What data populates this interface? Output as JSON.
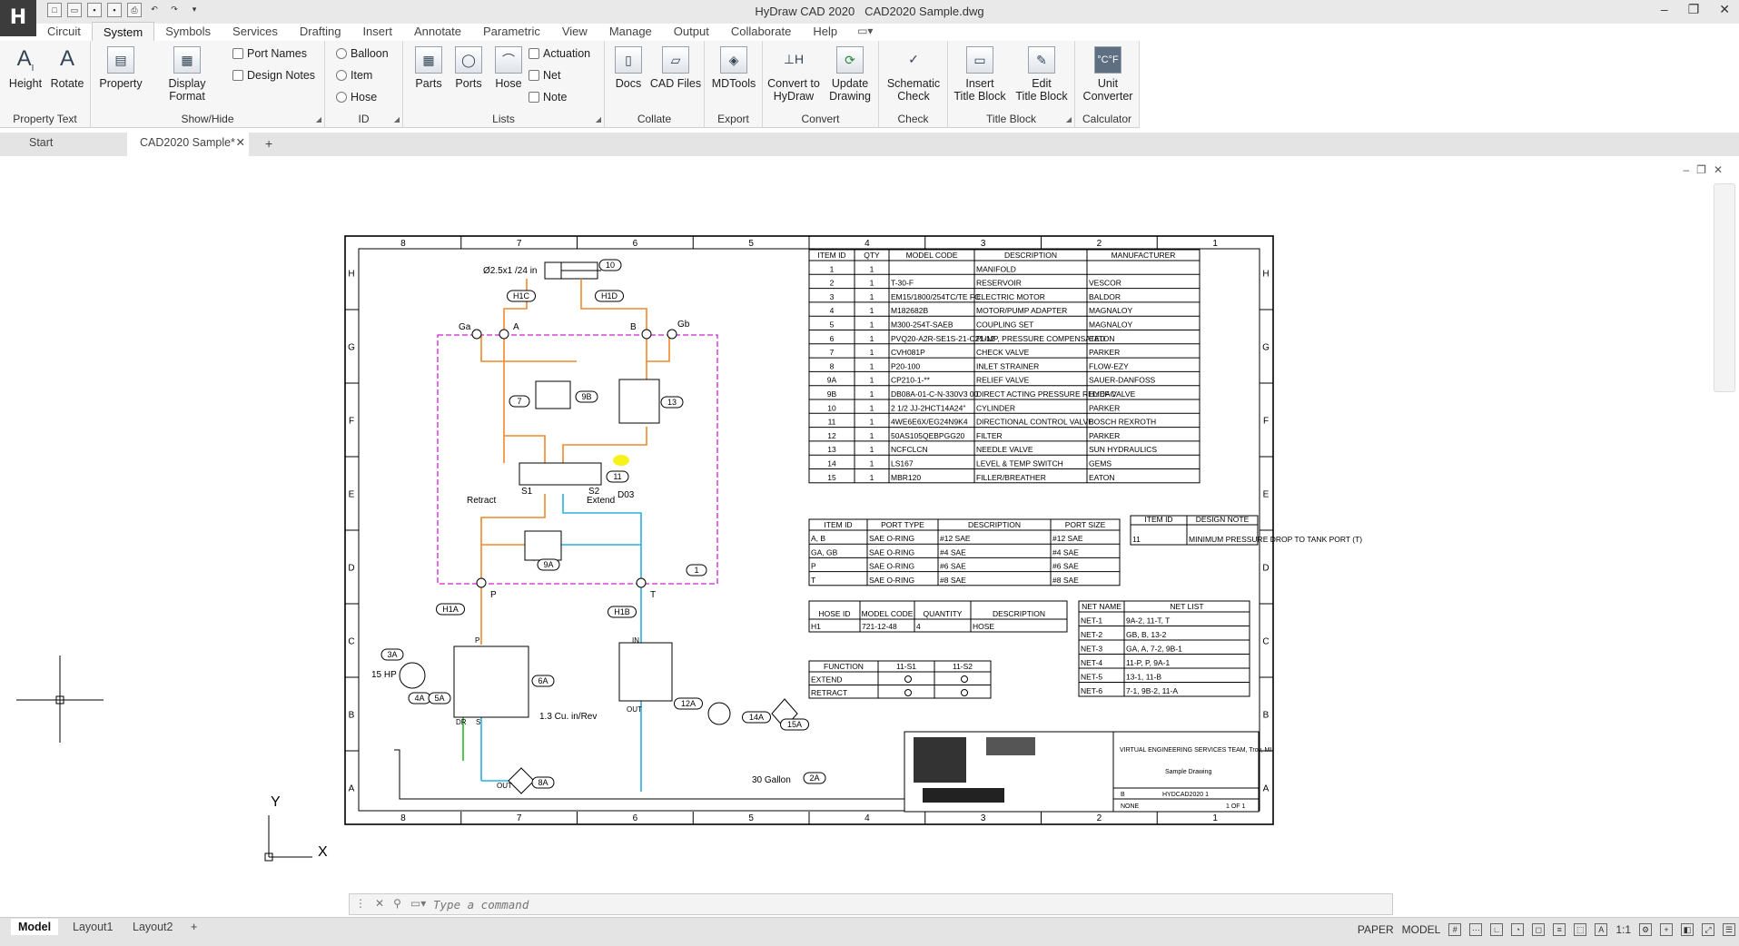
{
  "app": {
    "title": "HyDraw CAD 2020",
    "file": "CAD2020 Sample.dwg",
    "logo": "H"
  },
  "menu": [
    "Circuit",
    "System",
    "Symbols",
    "Services",
    "Drafting",
    "Insert",
    "Annotate",
    "Parametric",
    "View",
    "Manage",
    "Output",
    "Collaborate",
    "Help"
  ],
  "ribbon": {
    "property_text": {
      "label": "Property Text",
      "height": "Height",
      "rotate": "Rotate"
    },
    "show_hide": {
      "label": "Show/Hide",
      "property": "Property",
      "display_format": "Display Format",
      "port_names": "Port Names",
      "design_notes": "Design Notes"
    },
    "id": {
      "label": "ID",
      "balloon": "Balloon",
      "item": "Item",
      "hose": "Hose"
    },
    "lists": {
      "label": "Lists",
      "parts": "Parts",
      "ports": "Ports",
      "hose": "Hose",
      "actuation": "Actuation",
      "net": "Net",
      "note": "Note"
    },
    "collate": {
      "label": "Collate",
      "docs": "Docs",
      "cad_files": "CAD Files"
    },
    "export": {
      "label": "Export",
      "mdtools": "MDTools"
    },
    "convert": {
      "label": "Convert",
      "convert_to": "Convert to",
      "hydraw": "HyDraw",
      "update": "Update",
      "drawing": "Drawing"
    },
    "check": {
      "label": "Check",
      "schematic": "Schematic",
      "check": "Check"
    },
    "title_block": {
      "label": "Title Block",
      "insert": "Insert",
      "insert2": "Title Block",
      "edit": "Edit",
      "edit2": "Title Block"
    },
    "calculator": {
      "label": "Calculator",
      "unit": "Unit",
      "converter": "Converter"
    }
  },
  "doc_tabs": {
    "start": "Start",
    "active": "CAD2020 Sample*"
  },
  "command": {
    "placeholder": "Type a command"
  },
  "layouts": [
    "Model",
    "Layout1",
    "Layout2"
  ],
  "status": {
    "paper": "PAPER",
    "model": "MODEL",
    "scale": "1:1"
  },
  "ucs": {
    "x": "X",
    "y": "Y"
  },
  "drawing": {
    "cols": [
      "8",
      "7",
      "6",
      "5",
      "4",
      "3",
      "2",
      "1"
    ],
    "rows": [
      "H",
      "G",
      "F",
      "E",
      "D",
      "C",
      "B",
      "A"
    ],
    "cyl_label": "Ø2.5x1 /24 in",
    "labels": {
      "ga": "Ga",
      "gb": "Gb",
      "a": "A",
      "b": "B",
      "p": "P",
      "t": "T",
      "retract": "Retract",
      "extend": "Extend",
      "d03": "D03",
      "s1": "S1",
      "s2": "S2",
      "hp": "15 HP",
      "disp": "1.3 Cu. in/Rev",
      "gallon": "30 Gallon",
      "in": "IN",
      "out": "OUT",
      "dr": "DR",
      "s": "S",
      "pp": "P"
    },
    "balloons": [
      "10",
      "H1C",
      "H1D",
      "7",
      "9B",
      "13",
      "11",
      "9A",
      "1",
      "H1A",
      "H1B",
      "3A",
      "4A",
      "5A",
      "6A",
      "12A",
      "14A",
      "15A",
      "8A",
      "2A"
    ],
    "parts_header": [
      "ITEM ID",
      "QTY",
      "MODEL CODE",
      "DESCRIPTION",
      "MANUFACTURER"
    ],
    "parts_rows": [
      [
        "1",
        "1",
        "",
        "MANIFOLD",
        ""
      ],
      [
        "2",
        "1",
        "T-30-F",
        "RESERVOIR",
        "VESCOR"
      ],
      [
        "3",
        "1",
        "EM15/1800/254TC/TE FC",
        "ELECTRIC MOTOR",
        "BALDOR"
      ],
      [
        "4",
        "1",
        "M182682B",
        "MOTOR/PUMP ADAPTER",
        "MAGNALOY"
      ],
      [
        "5",
        "1",
        "M300-254T-SAEB",
        "COUPLING SET",
        "MAGNALOY"
      ],
      [
        "6",
        "1",
        "PVQ20-A2R-SE1S-21-C21-12",
        "PUMP, PRESSURE COMPENSATED",
        "EATON"
      ],
      [
        "7",
        "1",
        "CVH081P",
        "CHECK VALVE",
        "PARKER"
      ],
      [
        "8",
        "1",
        "P20-100",
        "INLET STRAINER",
        "FLOW-EZY"
      ],
      [
        "9A",
        "1",
        "CP210-1-**",
        "RELIEF VALVE",
        "SAUER-DANFOSS"
      ],
      [
        "9B",
        "1",
        "DB08A-01-C-N-330V3 00",
        "DIRECT ACTING PRESSURE RELIEF VALVE",
        "HYDAC"
      ],
      [
        "10",
        "1",
        "2 1/2 JJ-2HCT14A24\"",
        "CYLINDER",
        "PARKER"
      ],
      [
        "11",
        "1",
        "4WE6E6X/EG24N9K4",
        "DIRECTIONAL CONTROL VALVE",
        "BOSCH REXROTH"
      ],
      [
        "12",
        "1",
        "50AS105QEBPGG20",
        "FILTER",
        "PARKER"
      ],
      [
        "13",
        "1",
        "NCFCLCN",
        "NEEDLE VALVE",
        "SUN HYDRAULICS"
      ],
      [
        "14",
        "1",
        "LS167",
        "LEVEL & TEMP SWITCH",
        "GEMS"
      ],
      [
        "15",
        "1",
        "MBR120",
        "FILLER/BREATHER",
        "EATON"
      ]
    ],
    "port_header": [
      "ITEM ID",
      "PORT TYPE",
      "DESCRIPTION",
      "PORT SIZE"
    ],
    "port_rows": [
      [
        "A, B",
        "SAE O-RING",
        "#12 SAE",
        "#12 SAE"
      ],
      [
        "GA, GB",
        "SAE O-RING",
        "#4 SAE",
        "#4 SAE"
      ],
      [
        "P",
        "SAE O-RING",
        "#6 SAE",
        "#6 SAE"
      ],
      [
        "T",
        "SAE O-RING",
        "#8 SAE",
        "#8 SAE"
      ]
    ],
    "note_header": [
      "ITEM ID",
      "DESIGN NOTE"
    ],
    "note_rows": [
      [
        "11",
        "MINIMUM PRESSURE DROP TO TANK PORT (T)"
      ]
    ],
    "hose_header": [
      "HOSE ID",
      "MODEL CODE",
      "QUANTITY",
      "DESCRIPTION"
    ],
    "hose_rows": [
      [
        "H1",
        "721-12-48",
        "4",
        "HOSE"
      ]
    ],
    "func_header": [
      "FUNCTION",
      "11-S1",
      "11-S2"
    ],
    "func_rows": [
      [
        "EXTEND"
      ],
      [
        "RETRACT"
      ]
    ],
    "net_header": [
      "NET NAME",
      "NET LIST"
    ],
    "net_rows": [
      [
        "NET-1",
        "9A-2, 11-T, T"
      ],
      [
        "NET-2",
        "GB, B, 13-2"
      ],
      [
        "NET-3",
        "GA, A, 7-2, 9B-1"
      ],
      [
        "NET-4",
        "11-P, P, 9A-1"
      ],
      [
        "NET-5",
        "13-1, 11-B"
      ],
      [
        "NET-6",
        "7-1, 9B-2, 11-A"
      ]
    ],
    "title_block": {
      "company": "VIRTUAL ENGINEERING SERVICES TEAM, Troy, MI",
      "drawing_title": "Sample Drawing",
      "dwg_no": "HYDCAD2020 1",
      "size": "B",
      "scale": "NONE",
      "sheet": "1 OF 1"
    }
  }
}
